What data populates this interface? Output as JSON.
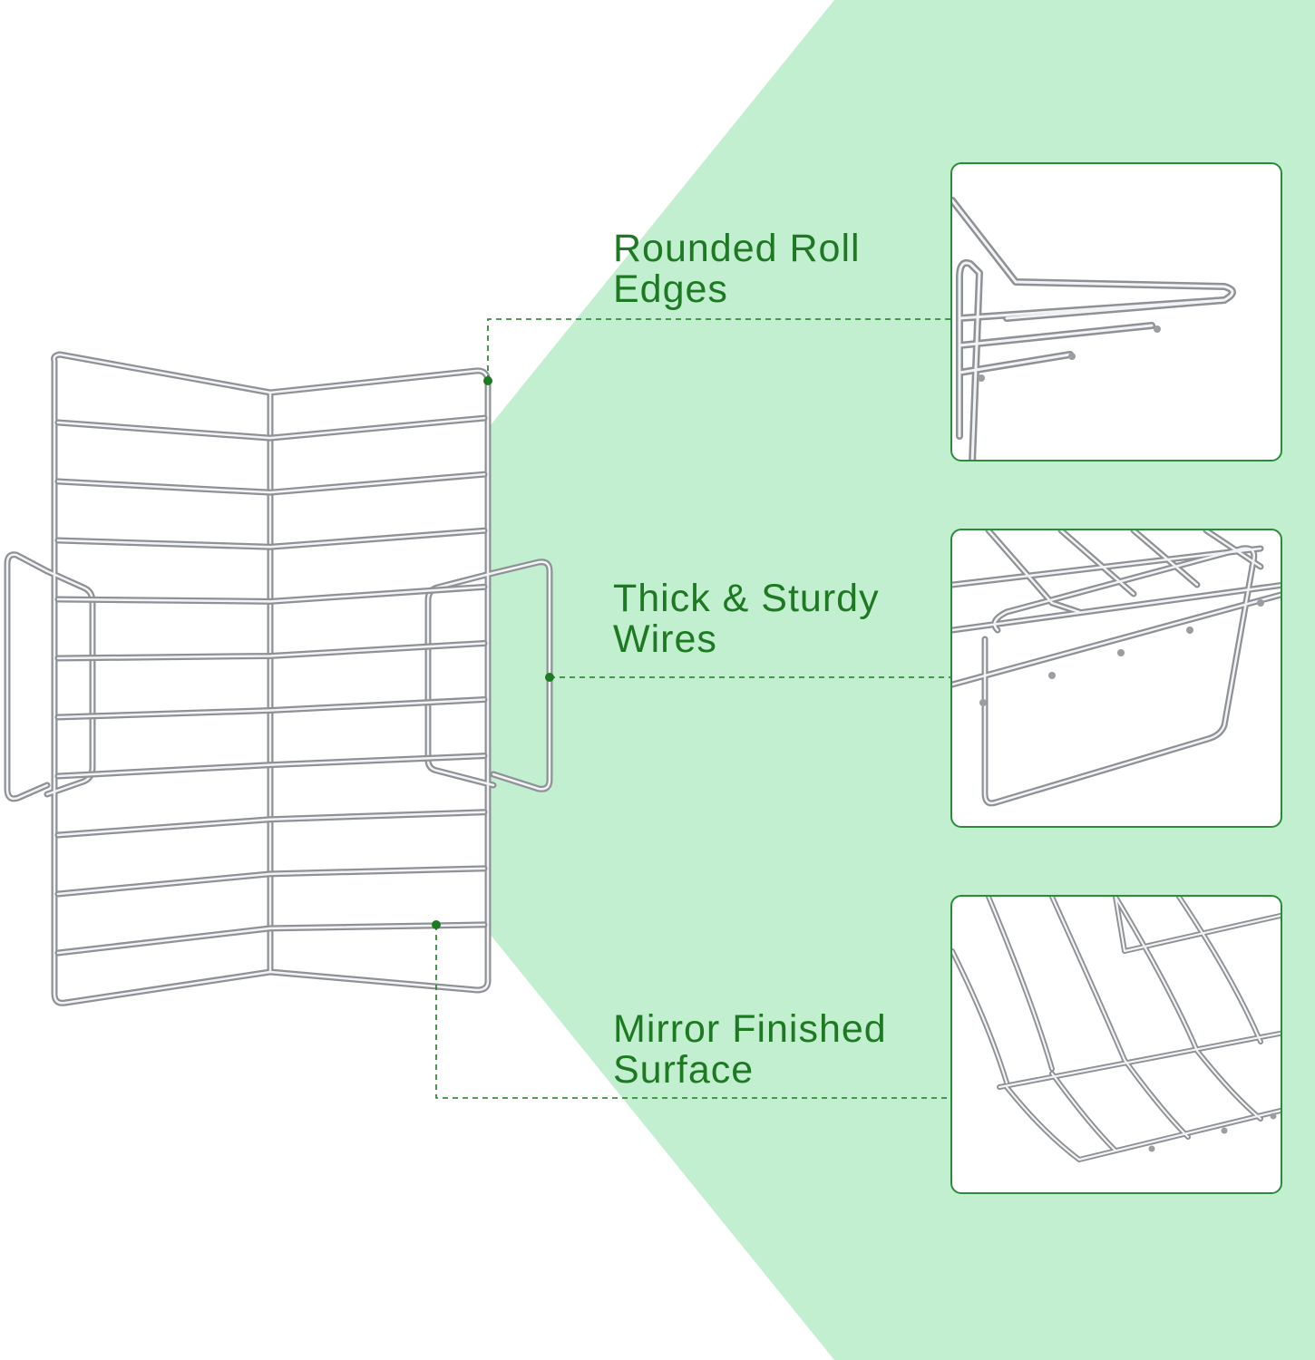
{
  "callouts": [
    {
      "line1": "Rounded Roll",
      "line2": "Edges"
    },
    {
      "line1": "Thick & Sturdy",
      "line2": "Wires"
    },
    {
      "line1": "Mirror Finished",
      "line2": "Surface"
    }
  ],
  "colors": {
    "background_shape": "#c2efcf",
    "text": "#1e7a22",
    "dashed_leader": "#1e7a22",
    "panel_border": "#2a8c3a",
    "wire": "#b9bcc0"
  },
  "icons": [
    "roasting-rack-image",
    "rounded-edge-closeup",
    "sturdy-wire-closeup",
    "mirror-surface-closeup"
  ]
}
